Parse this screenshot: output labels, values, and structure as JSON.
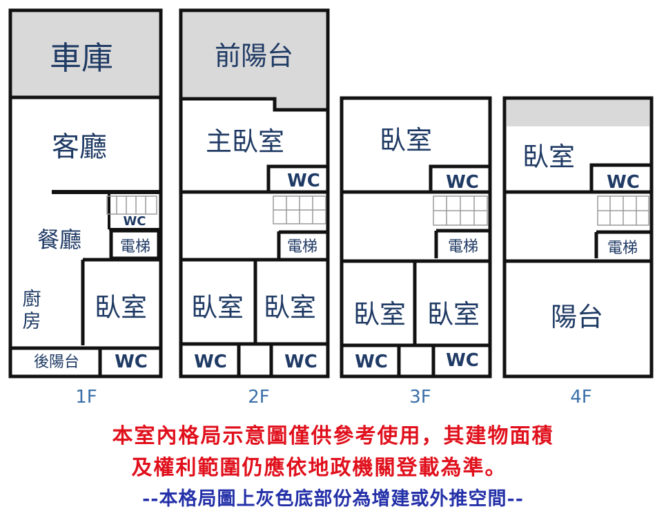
{
  "floor_labels": [
    "1F",
    "2F",
    "3F",
    "4F"
  ],
  "rooms": {
    "f1": {
      "garage": "車庫",
      "living": "客廳",
      "dining": "餐廳",
      "kitchen": "廚房",
      "bedroom": "臥室",
      "back_balcony": "後陽台",
      "wc_small": "WC",
      "wc": "WC",
      "elevator": "電梯"
    },
    "f2": {
      "front_balcony": "前陽台",
      "master_bedroom": "主臥室",
      "wc_top": "WC",
      "elevator": "電梯",
      "bedroom_left": "臥室",
      "bedroom_right": "臥室",
      "wc_bottom_left": "WC",
      "wc_bottom_right": "WC"
    },
    "f3": {
      "bedroom_top": "臥室",
      "wc_top": "WC",
      "elevator": "電梯",
      "bedroom_left": "臥室",
      "bedroom_right": "臥室",
      "wc_bottom_left": "WC",
      "wc_bottom_right": "WC"
    },
    "f4": {
      "bedroom": "臥室",
      "wc": "WC",
      "elevator": "電梯",
      "balcony": "陽台"
    }
  },
  "notes": {
    "line1": "本室內格局示意圖僅供參考使用，其建物面積",
    "line2": "及權利範圍仍應依地政機關登載為準。",
    "line3": "--本格局圖上灰色底部份為增建或外推空間--"
  },
  "colors": {
    "wall": "#111111",
    "extension_gray": "#d9d9d9",
    "room_text": "#1f3a64",
    "floor_label": "#3b6fa8",
    "note_red": "#e0101c",
    "note_blue": "#2430a8"
  }
}
